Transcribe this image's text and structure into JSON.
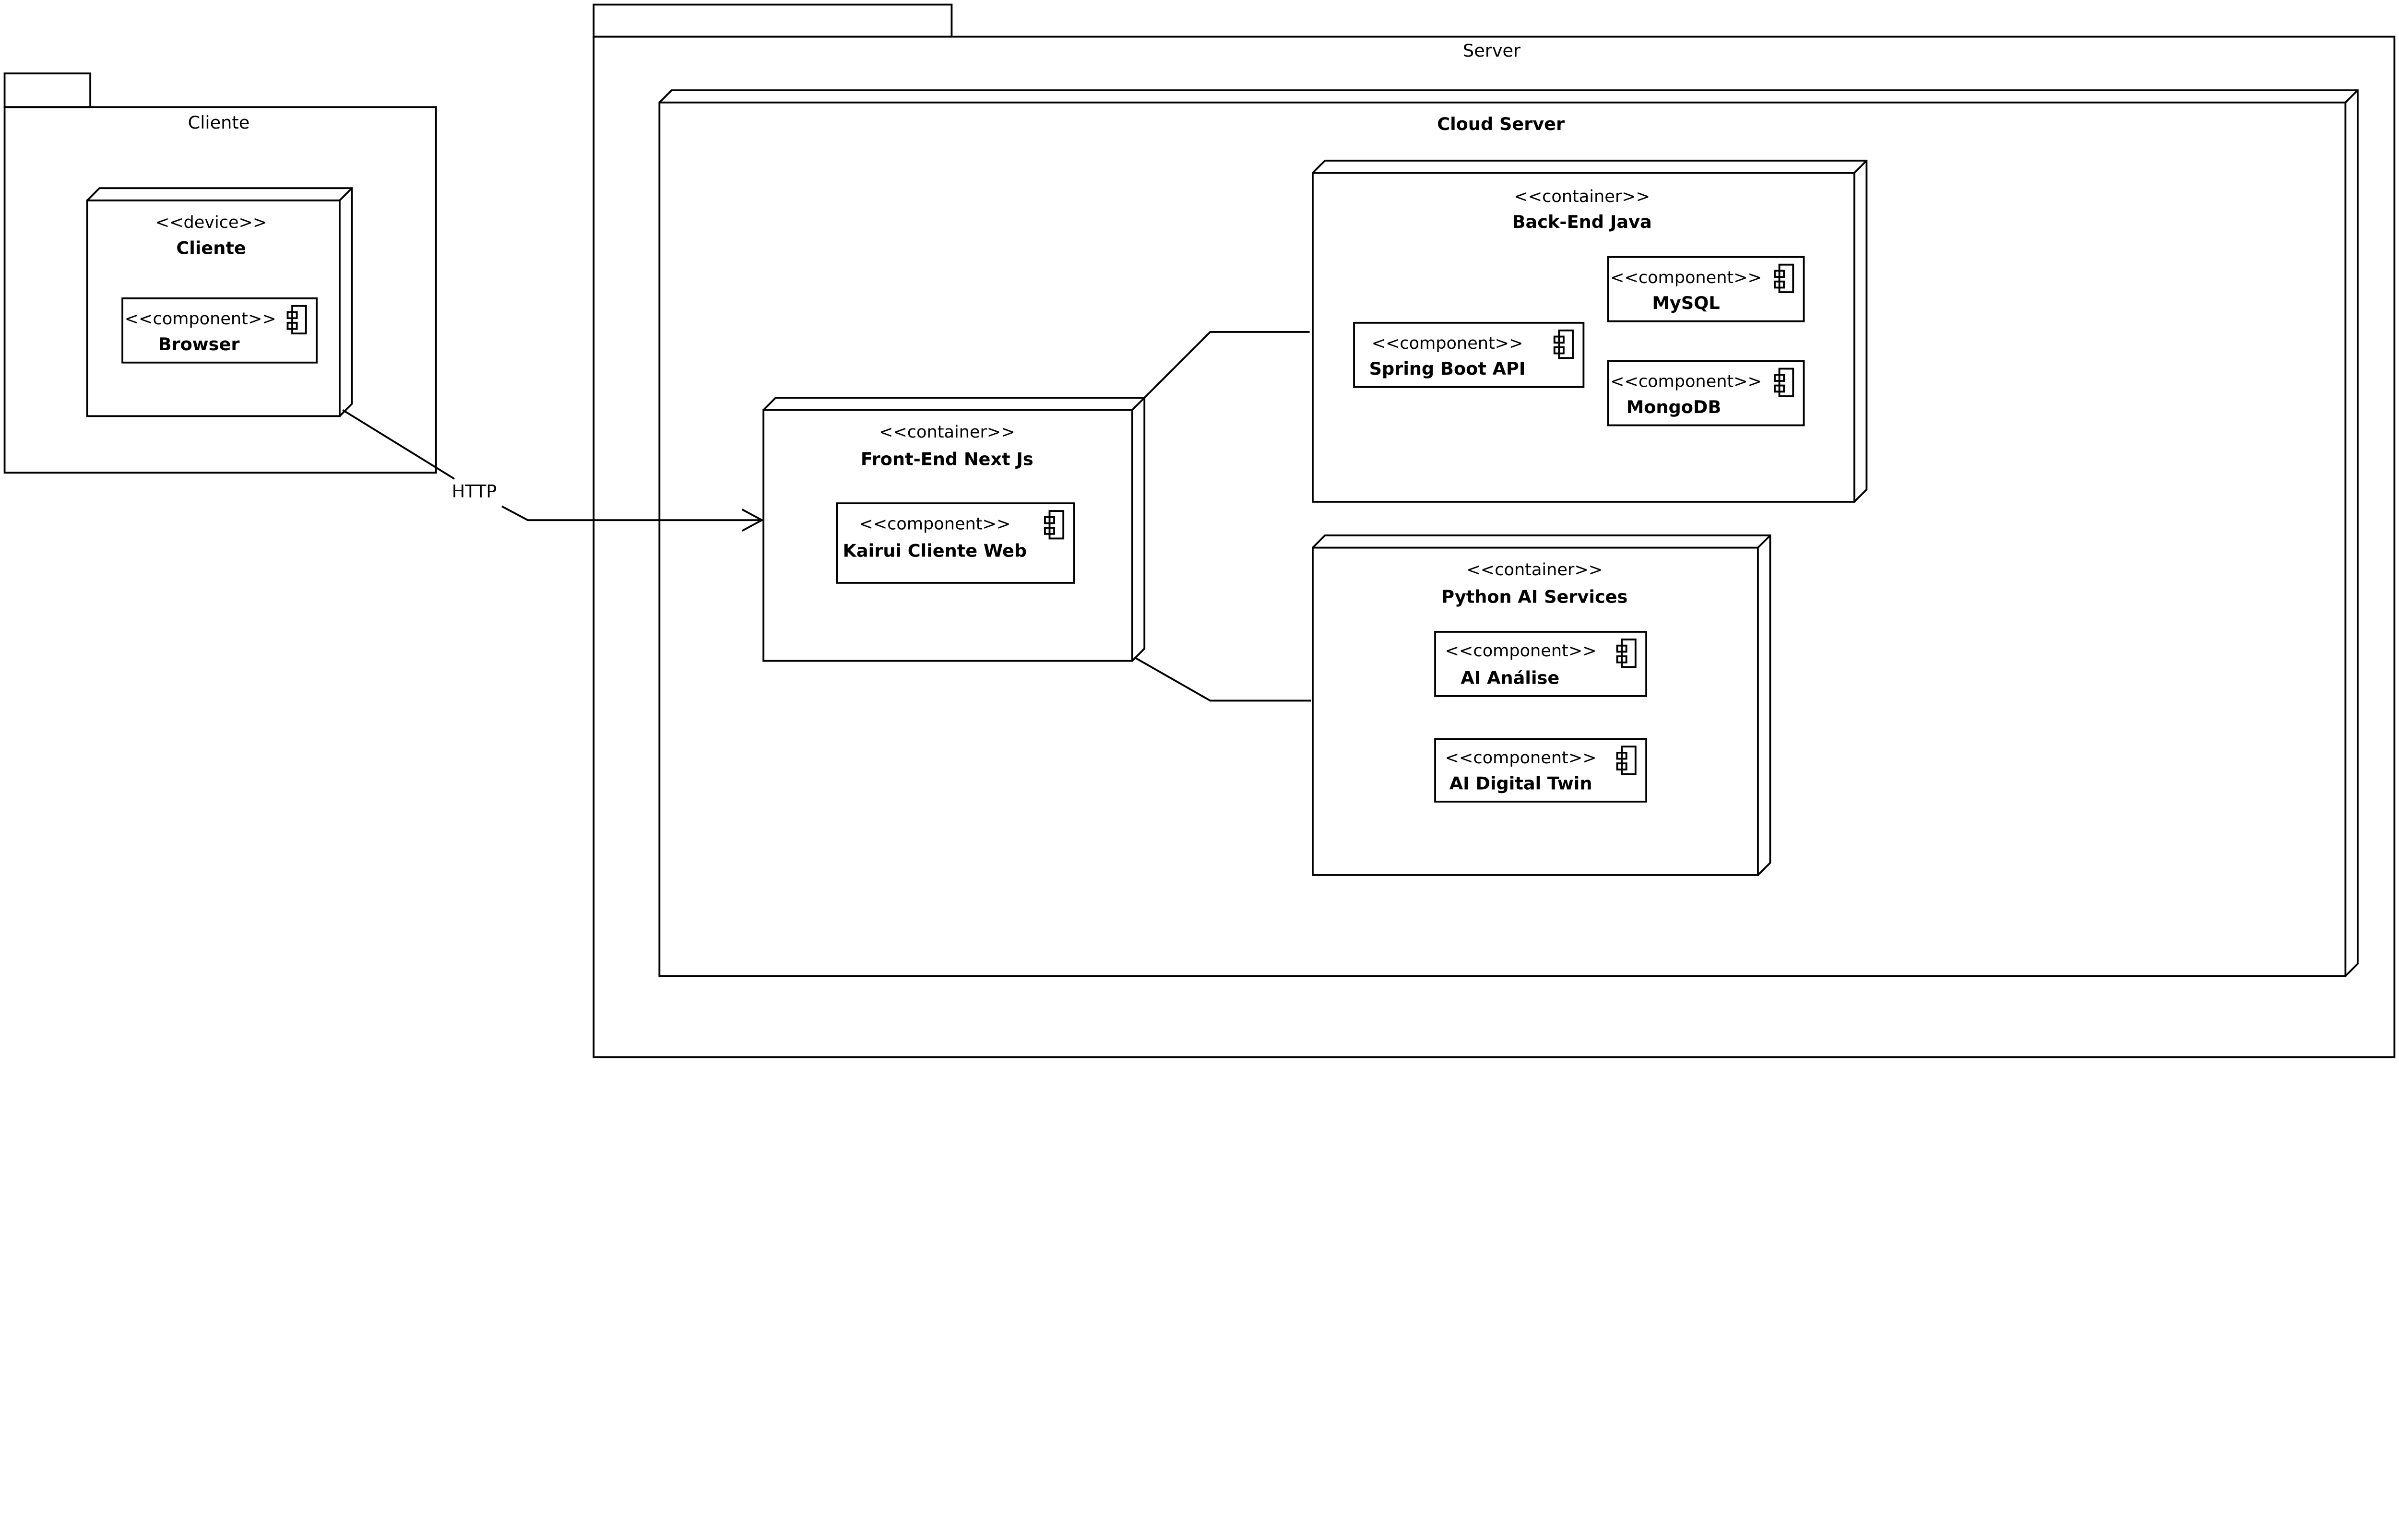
{
  "packages": {
    "cliente": {
      "label": "Cliente"
    },
    "server": {
      "label": "Server"
    }
  },
  "nodes": {
    "cloud_server": {
      "name": "Cloud Server"
    },
    "cliente_device": {
      "stereotype": "<<device>>",
      "name": "Cliente"
    },
    "front_end": {
      "stereotype": "<<container>>",
      "name": "Front-End Next Js"
    },
    "back_end": {
      "stereotype": "<<container>>",
      "name": "Back-End Java"
    },
    "python_ai": {
      "stereotype": "<<container>>",
      "name": "Python AI Services"
    }
  },
  "components": {
    "browser": {
      "stereotype": "<<component>>",
      "name": "Browser"
    },
    "kairui": {
      "stereotype": "<<component>>",
      "name": "Kairui Cliente Web"
    },
    "mysql": {
      "stereotype": "<<component>>",
      "name": "MySQL"
    },
    "spring": {
      "stereotype": "<<component>>",
      "name": "Spring Boot API"
    },
    "mongodb": {
      "stereotype": "<<component>>",
      "name": "MongoDB"
    },
    "ai_analise": {
      "stereotype": "<<component>>",
      "name": "AI Análise"
    },
    "ai_twin": {
      "stereotype": "<<component>>",
      "name": "AI Digital Twin"
    }
  },
  "edges": {
    "http": {
      "label": "HTTP"
    }
  },
  "colors": {
    "stroke": "#000000",
    "background": "#ffffff"
  }
}
